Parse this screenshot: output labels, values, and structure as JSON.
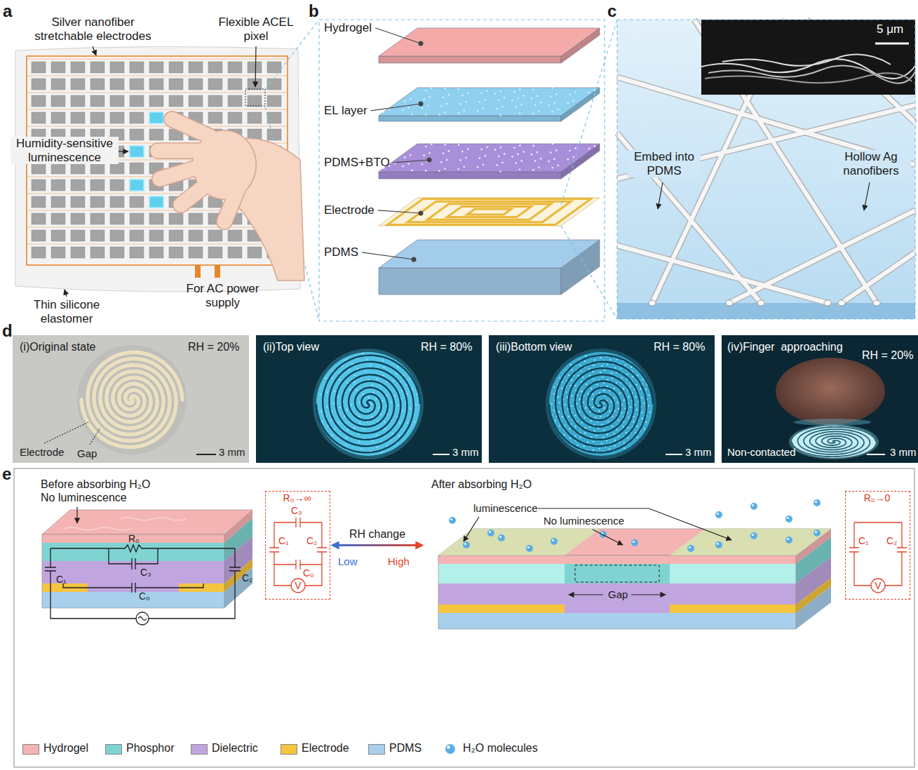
{
  "diagram": {
    "nodes": [
      {
        "text": [
          "(i)Original state",
          "RH = 20%",
          "Electrode",
          "Gap",
          "3 mm"
        ]
      },
      {
        "text": [
          "(ii)Top view",
          "RH = 80%",
          "3 mm"
        ]
      },
      {
        "text": [
          "(iii)Bottom view",
          "RH = 80%",
          "3 mm"
        ]
      },
      {
        "text": [
          "(iv)Finger  approaching",
          "RH = 20%",
          "Non-contacted",
          "3 mm"
        ]
      },
      {
        "text": [
          "Before absorbing H₂O",
          "No luminescence",
          "R₀",
          "C₃",
          "C₁",
          "C₀",
          "C₂"
        ]
      },
      {
        "text": [
          "R₀→∞",
          "C₁",
          "C₃",
          "C₂",
          "C₀",
          "V"
        ]
      },
      {
        "text": [
          "After absorbing H₂O",
          "luminescence",
          "No luminescence",
          "Gap"
        ]
      },
      {
        "text": [
          "R₀→0",
          "C₁",
          "C₂",
          "V"
        ]
      }
    ],
    "edges": [
      {
        "from": 5,
        "to": 6,
        "label": "RH change",
        "arrow": "both"
      }
    ],
    "labels": [
      "a",
      "Silver nanofiber stretchable electrodes",
      "Flexible ACEL pixel",
      "Humidity-sensitive luminescence",
      "Thin silicone elastomer",
      "For AC power supply",
      "b",
      "Hydrogel",
      "EL layer",
      "PDMS+BTO",
      "Electrode",
      "PDMS",
      "c",
      "5 μm",
      "Embed into PDMS",
      "Hollow Ag nanofibers",
      "d",
      "e",
      "Low",
      "High"
    ],
    "legend": [
      {
        "text": "Hydrogel",
        "color": "#f5b4b4"
      },
      {
        "text": "Phosphor",
        "color": "#7fd4d2"
      },
      {
        "text": "Dielectric",
        "color": "#c1a5df"
      },
      {
        "text": "Electrode",
        "color": "#f5c540"
      },
      {
        "text": "PDMS",
        "color": "#a8cfec"
      },
      {
        "text": "H₂O molecules"
      }
    ]
  }
}
